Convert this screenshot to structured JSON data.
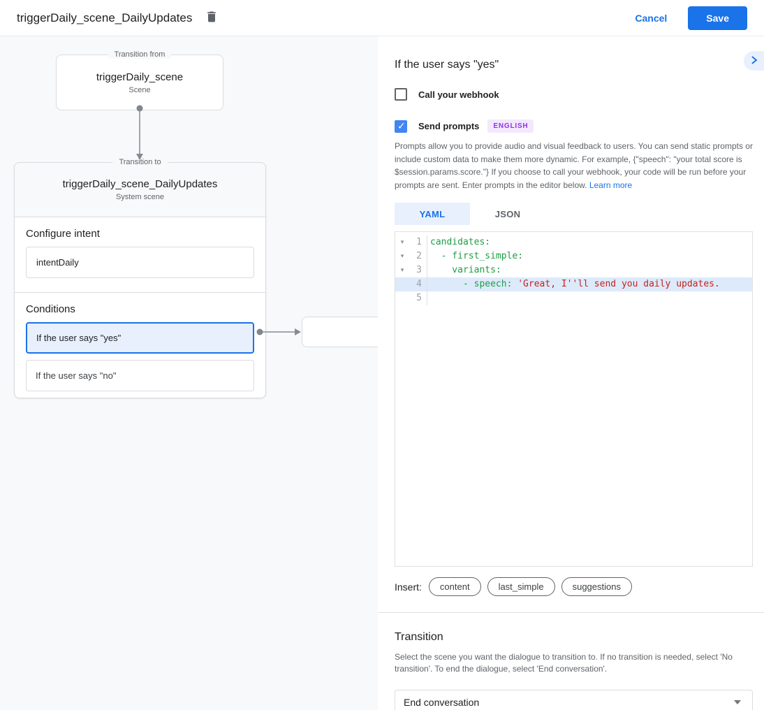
{
  "topbar": {
    "title": "triggerDaily_scene_DailyUpdates",
    "cancel_label": "Cancel",
    "save_label": "Save"
  },
  "diagram": {
    "from_node": {
      "legend": "Transition from",
      "title": "triggerDaily_scene",
      "subtitle": "Scene"
    },
    "to_node": {
      "legend": "Transition to",
      "title": "triggerDaily_scene_DailyUpdates",
      "subtitle": "System scene",
      "intent_label": "Configure intent",
      "intent_value": "intentDaily",
      "conditions_label": "Conditions",
      "conditions": [
        {
          "label": "If the user says \"yes\"",
          "selected": true
        },
        {
          "label": "If the user says \"no\"",
          "selected": false
        }
      ]
    }
  },
  "panel": {
    "title": "If the user says \"yes\"",
    "webhook_checkbox": {
      "label": "Call your webhook",
      "checked": false
    },
    "prompts_checkbox": {
      "label": "Send prompts",
      "checked": true,
      "badge": "ENGLISH"
    },
    "description": "Prompts allow you to provide audio and visual feedback to users. You can send static prompts or include custom data to make them more dynamic. For example, {\"speech\": \"your total score is $session.params.score.\"} If you choose to call your webhook, your code will be run before your prompts are sent. Enter prompts in the editor below. ",
    "learn_more_label": "Learn more",
    "tabs": [
      {
        "label": "YAML",
        "active": true
      },
      {
        "label": "JSON",
        "active": false
      }
    ],
    "editor": {
      "lines": [
        {
          "number": "1",
          "fold": true,
          "highlight": false,
          "segments": [
            {
              "t": "candidates:",
              "c": "key"
            }
          ]
        },
        {
          "number": "2",
          "fold": true,
          "highlight": false,
          "segments": [
            {
              "t": "  - first_simple:",
              "c": "key"
            }
          ]
        },
        {
          "number": "3",
          "fold": true,
          "highlight": false,
          "segments": [
            {
              "t": "    variants:",
              "c": "key"
            }
          ]
        },
        {
          "number": "4",
          "fold": false,
          "highlight": true,
          "segments": [
            {
              "t": "      - speech: ",
              "c": "key"
            },
            {
              "t": "'Great, I''ll send you daily updates.",
              "c": "string"
            }
          ]
        },
        {
          "number": "5",
          "fold": false,
          "highlight": false,
          "segments": []
        }
      ]
    },
    "insert": {
      "label": "Insert:",
      "chips": [
        "content",
        "last_simple",
        "suggestions"
      ]
    },
    "transition": {
      "title": "Transition",
      "description": "Select the scene you want the dialogue to transition to. If no transition is needed, select 'No transition'. To end the dialogue, select 'End conversation'.",
      "value": "End conversation"
    }
  },
  "colors": {
    "accent_blue": "#1a73e8",
    "checkbox_blue": "#4285f4",
    "selected_condition_bg": "#e8f0fe",
    "badge_bg": "#f3e8fd",
    "badge_text": "#9334e6",
    "code_key_green": "#1e9e45",
    "code_string_red": "#c5221f",
    "highlight_line_bg": "#ddeafa",
    "canvas_bg": "#f8f9fa",
    "border_gray": "#dadce0",
    "text_gray": "#5f6368"
  }
}
